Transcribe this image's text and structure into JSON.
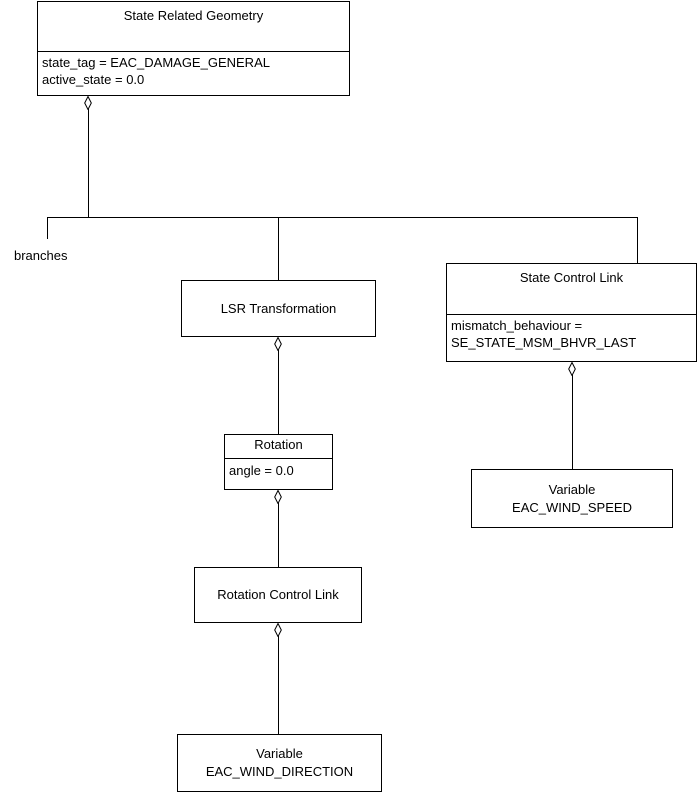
{
  "diagram": {
    "type": "uml-object-aggregation-diagram",
    "background_color": "#ffffff",
    "line_color": "#000000",
    "text_color": "#000000",
    "labels": {
      "branches": "branches"
    },
    "nodes": [
      {
        "id": "state-related-geometry",
        "title": "State Related Geometry",
        "attributes": "state_tag = EAC_DAMAGE_GENERAL\nactive_state = 0.0"
      },
      {
        "id": "lsr-transformation",
        "title": "LSR Transformation",
        "attributes": ""
      },
      {
        "id": "state-control-link",
        "title": "State Control Link",
        "attributes": "mismatch_behaviour =\nSE_STATE_MSM_BHVR_LAST"
      },
      {
        "id": "rotation",
        "title": "Rotation",
        "attributes": "angle = 0.0"
      },
      {
        "id": "variable-wind-speed",
        "title": "Variable\nEAC_WIND_SPEED",
        "attributes": ""
      },
      {
        "id": "rotation-control-link",
        "title": "Rotation Control Link",
        "attributes": ""
      },
      {
        "id": "variable-wind-direction",
        "title": "Variable\nEAC_WIND_DIRECTION",
        "attributes": ""
      }
    ]
  }
}
